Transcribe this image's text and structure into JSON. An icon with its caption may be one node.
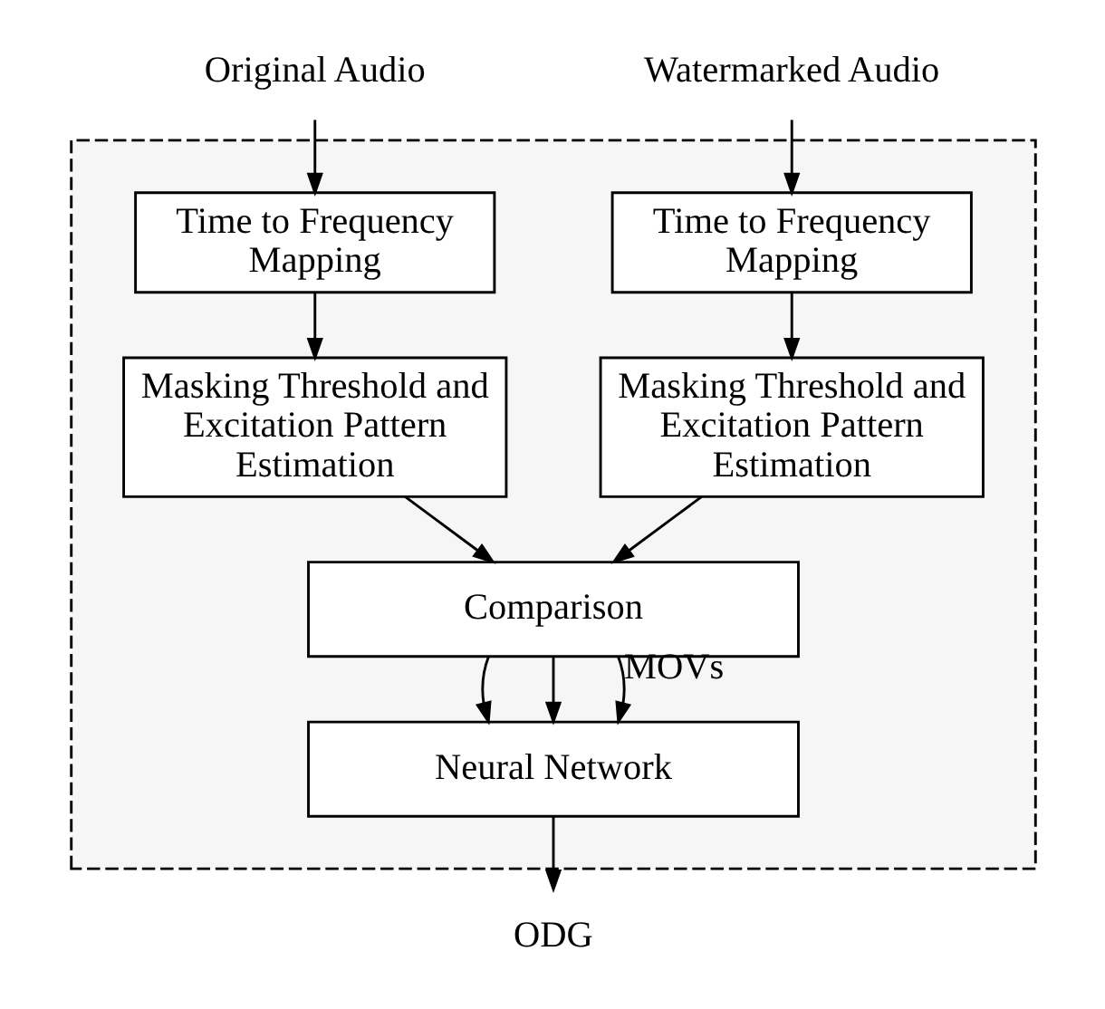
{
  "diagram": {
    "nodes": [
      {
        "text": [],
        "shape": "box"
      },
      {
        "text": [
          "Original Audio"
        ]
      },
      {
        "text": [
          "Watermarked Audio"
        ]
      },
      {
        "text": [
          "Time to Frequency Mapping"
        ],
        "in": 0
      },
      {
        "text": [
          "Time to Frequency Mapping"
        ],
        "in": 0
      },
      {
        "text": [
          "Masking Threshold and Excitation Pattern Estimation"
        ],
        "in": 0
      },
      {
        "text": [
          "Masking Threshold and Excitation Pattern Estimation"
        ],
        "in": 0
      },
      {
        "text": [
          "Comparison"
        ],
        "in": 0
      },
      {
        "text": [
          "Neural Network"
        ],
        "in": 0
      },
      {
        "text": [
          "ODG"
        ]
      }
    ],
    "edges": [
      {
        "from": 1,
        "to": 3,
        "arrow": "to"
      },
      {
        "from": 2,
        "to": 4,
        "arrow": "to"
      },
      {
        "from": 3,
        "to": 5,
        "arrow": "to"
      },
      {
        "from": 4,
        "to": 6,
        "arrow": "to"
      },
      {
        "from": 5,
        "to": 7,
        "arrow": "to"
      },
      {
        "from": 6,
        "to": 7,
        "arrow": "to"
      },
      {
        "from": 7,
        "to": 8,
        "arrow": "to"
      },
      {
        "from": 7,
        "to": 8,
        "arrow": "to"
      },
      {
        "from": 7,
        "to": 8,
        "arrow": "to",
        "label": "MOVs"
      },
      {
        "from": 8,
        "to": 9,
        "arrow": "to"
      }
    ]
  }
}
